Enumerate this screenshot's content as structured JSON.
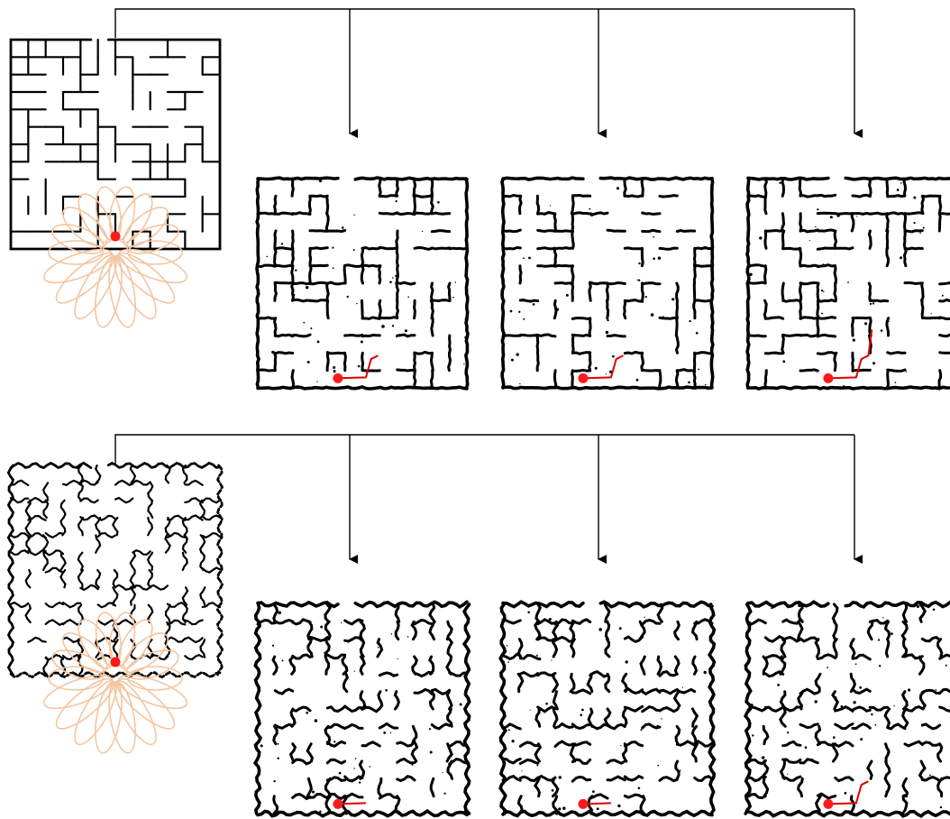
{
  "diagram": {
    "rows": [
      {
        "id": "straight",
        "wall_style": "straight",
        "source": "maze",
        "outputs": 3
      },
      {
        "id": "wavy",
        "wall_style": "wavy",
        "source": "maze",
        "outputs": 3
      }
    ],
    "agent_color": "#ff1a1a",
    "path_color": "#e00000",
    "petal_color": "#f5c4a0",
    "wall_color": "#000000",
    "arrow_color": "#000000",
    "output_path_lengths": [
      [
        3,
        3,
        4
      ],
      [
        1,
        1,
        3
      ]
    ]
  }
}
